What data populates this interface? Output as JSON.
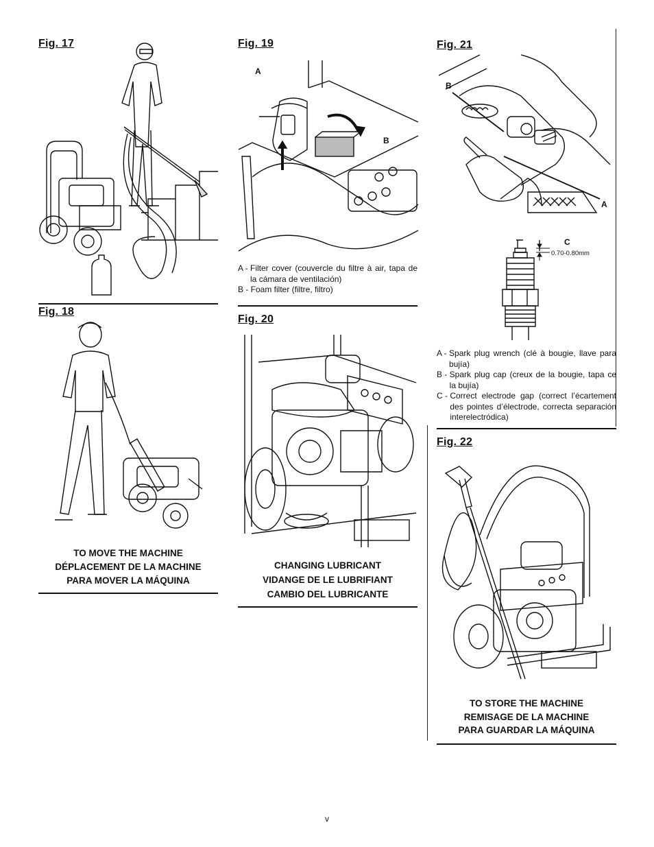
{
  "fig17": {
    "title": "Fig. 17"
  },
  "fig18": {
    "title": "Fig. 18",
    "caption": [
      "TO MOVE THE MACHINE",
      "DÉPLACEMENT DE LA MACHINE",
      "PARA MOVER LA MÁQUINA"
    ]
  },
  "fig19": {
    "title": "Fig. 19",
    "label_a": "A",
    "label_b": "B",
    "legend": [
      {
        "key": "A - ",
        "text": "Filter cover (couvercle du filtre à air, tapa de la cámara de ventilación)"
      },
      {
        "key": "B - ",
        "text": "Foam filter (filtre, filtro)"
      }
    ]
  },
  "fig20": {
    "title": "Fig. 20",
    "caption": [
      "CHANGING LUBRICANT",
      "VIDANGE DE LE LUBRIFIANT",
      "CAMBIO DEL LUBRICANTE"
    ]
  },
  "fig21": {
    "title": "Fig. 21",
    "label_a": "A",
    "label_b": "B",
    "label_c": "C",
    "gap": "0.70-0.80mm",
    "legend": [
      {
        "key": "A - ",
        "text": "Spark plug wrench (clé à bougie, llave para bujía)"
      },
      {
        "key": "B - ",
        "text": "Spark plug cap (creux de la bougie, tapa ce la bujía)"
      },
      {
        "key": "C - ",
        "text": "Correct electrode gap  (correct l’écartement des pointes d’électrode, correcta separación interelectródica)"
      }
    ]
  },
  "fig22": {
    "title": "Fig. 22",
    "caption": [
      "TO STORE THE MACHINE",
      "REMISAGE DE LA MACHINE",
      "PARA GUARDAR LA MÁQUINA"
    ]
  },
  "page_number": "v"
}
